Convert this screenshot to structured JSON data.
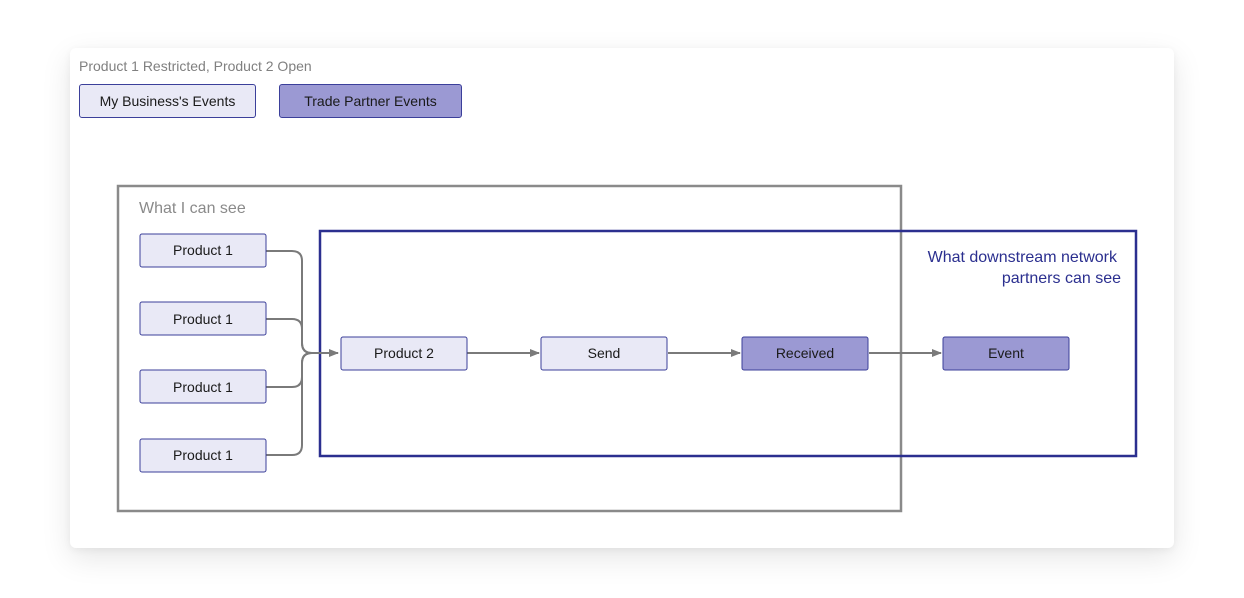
{
  "caption": "Product 1 Restricted, Product 2 Open",
  "legend": {
    "my_events": "My Business's Events",
    "partner_events": "Trade Partner Events"
  },
  "regions": {
    "visible_to_me": "What I can see",
    "downstream_line1": "What downstream network",
    "downstream_line2": "partners can see"
  },
  "nodes": {
    "product1_a": "Product 1",
    "product1_b": "Product 1",
    "product1_c": "Product 1",
    "product1_d": "Product 1",
    "product2": "Product 2",
    "send": "Send",
    "received": "Received",
    "event": "Event"
  },
  "colors": {
    "mine_fill": "#e9e9f6",
    "partner_fill": "#9b99d3",
    "node_border": "#3b3f9a",
    "region_gray": "#8a8a8a",
    "region_blue": "#2b2f8f",
    "arrow": "#7a7a7a"
  }
}
